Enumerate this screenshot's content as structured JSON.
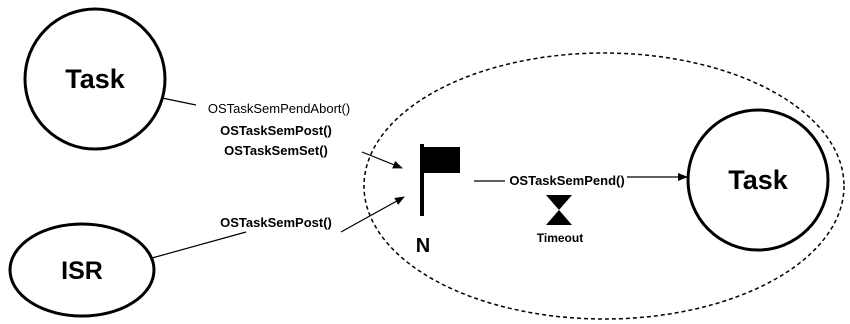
{
  "nodes": {
    "task_top": "Task",
    "isr": "ISR",
    "task_right": "Task"
  },
  "labels": {
    "pend_abort": "OSTaskSemPendAbort()",
    "post_task": "OSTaskSemPost()",
    "set_task": "OSTaskSemSet()",
    "post_isr": "OSTaskSemPost()",
    "pend": "OSTaskSemPend()",
    "timeout": "Timeout",
    "count": "N"
  }
}
